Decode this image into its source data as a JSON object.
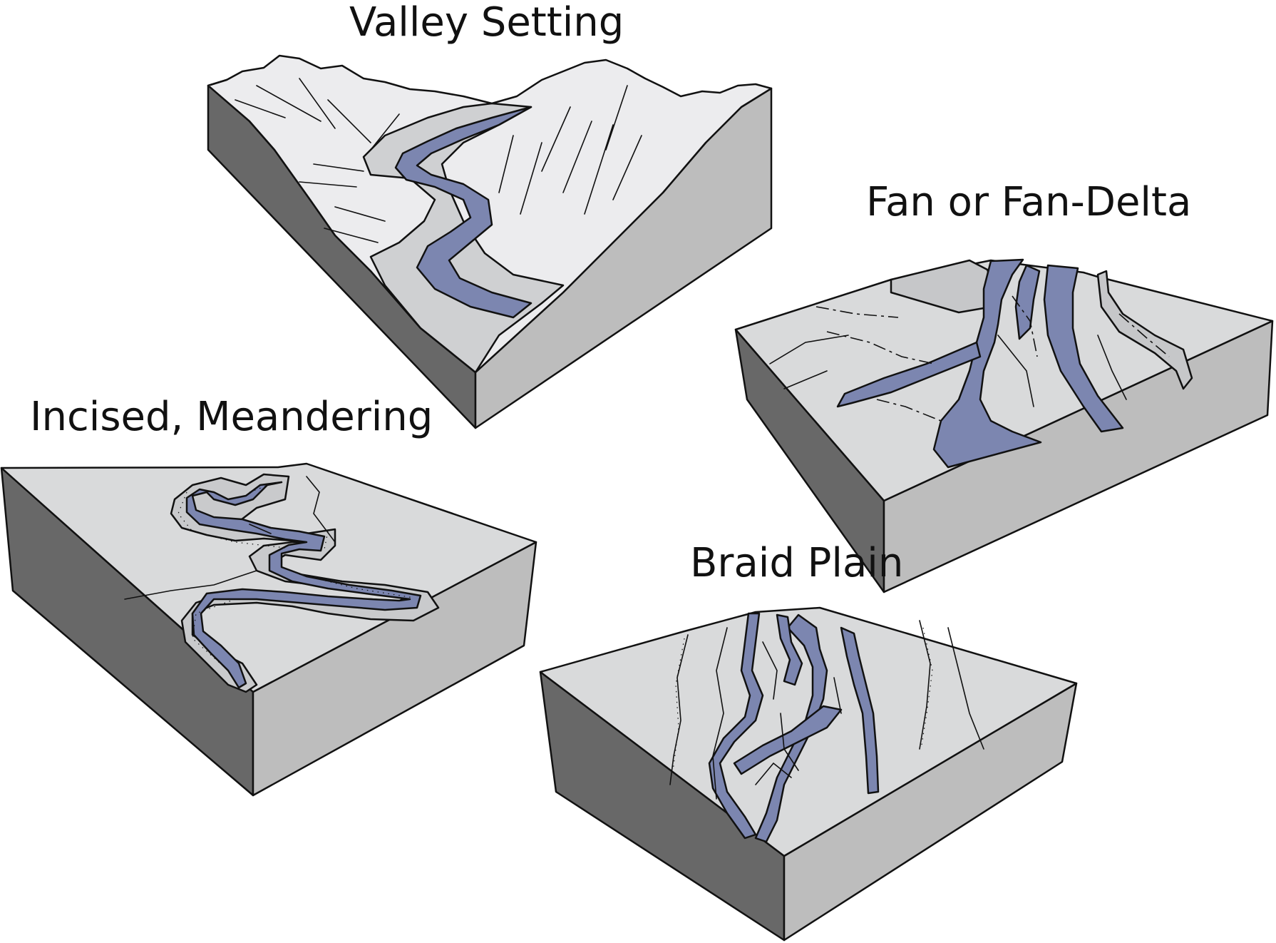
{
  "labels": {
    "valley": "Valley Setting",
    "fan": "Fan or Fan-Delta",
    "incised": "Incised, Meandering",
    "braid": "Braid Plain"
  },
  "colors": {
    "river": "#7c86b0",
    "top_surface": "#d9dadb",
    "mountain": "#ececee",
    "valley_floor": "#cfd0d2",
    "front_face": "#bdbdbd",
    "side_face": "#686868",
    "outline": "#111111"
  }
}
